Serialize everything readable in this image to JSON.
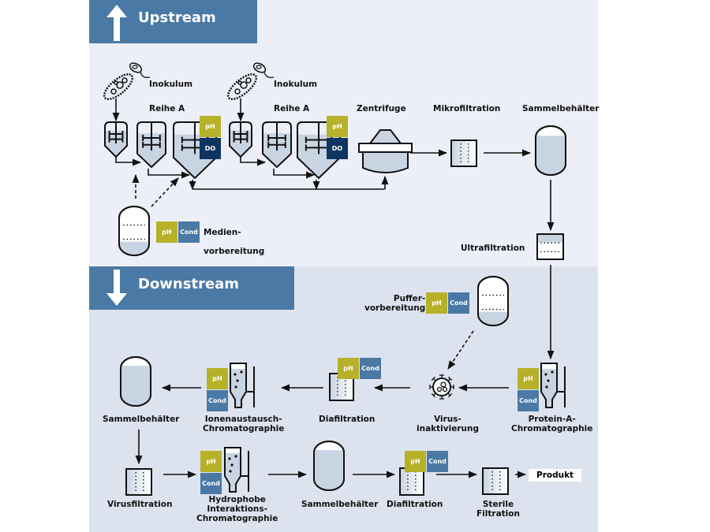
{
  "sections": {
    "upstream": {
      "title": "Upstream",
      "icon": "arrow-up-icon"
    },
    "downstream": {
      "title": "Downstream",
      "icon": "arrow-down-icon"
    }
  },
  "colors": {
    "header": "#4a79a5",
    "upstream_bg": "#eceff8",
    "downstream_bg": "#dde3ee",
    "ph": "#b7b12a",
    "cond": "#4a79a5",
    "do": "#0e3460",
    "liquid": "#c9d4e3"
  },
  "badges": {
    "ph": "pH",
    "cond": "Cond",
    "do": "DO"
  },
  "upstream": {
    "inoculum_1": "Inokulum",
    "inoculum_2": "Inokulum",
    "series_1": "Reihe A",
    "series_2": "Reihe A",
    "centrifuge": "Zentrifuge",
    "microfiltration": "Mikrofiltration",
    "collection_tank": "Sammelbehälter",
    "media_prep_line1": "Medien-",
    "media_prep_line2": "vorbereitung",
    "ultrafiltration": "Ultrafiltration"
  },
  "downstream": {
    "buffer_prep_line1": "Puffer-",
    "buffer_prep_line2": "vorbereitung",
    "protein_a_line1": "Protein-A-",
    "protein_a_line2": "Chromatographie",
    "virus_inact_line1": "Virus-",
    "virus_inact_line2": "inaktivierung",
    "diafiltration_1": "Diafiltration",
    "iex_line1": "Ionenaustausch-",
    "iex_line2": "Chromatographie",
    "collection_tank_1": "Sammelbehälter",
    "virus_filtration": "Virusfiltration",
    "hic_line1": "Hydrophobe",
    "hic_line2": "Interaktions-",
    "hic_line3": "Chromatographie",
    "collection_tank_2": "Sammelbehälter",
    "diafiltration_2": "Diafiltration",
    "sterile_line1": "Sterile",
    "sterile_line2": "Filtration",
    "product": "Produkt"
  }
}
